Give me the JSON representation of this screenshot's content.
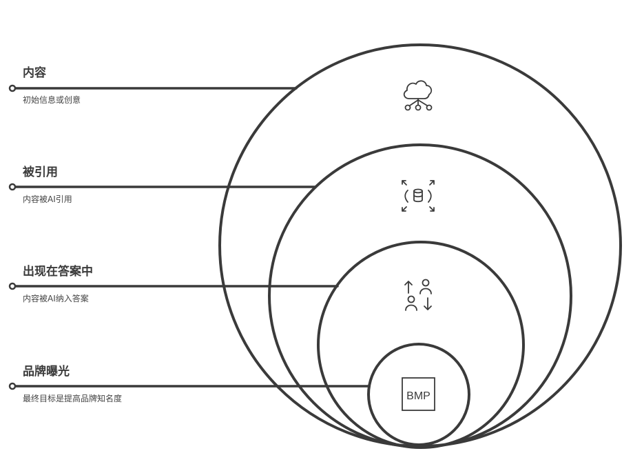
{
  "diagram": {
    "type": "nested-circles-funnel",
    "stroke_color": "#3a3a3a",
    "background": "#ffffff",
    "levels": [
      {
        "title": "内容",
        "description": "初始信息或创意",
        "icon": "cloud-network-icon"
      },
      {
        "title": "被引用",
        "description": "内容被AI引用",
        "icon": "database-expand-icon"
      },
      {
        "title": "出现在答案中",
        "description": "内容被AI纳入答案",
        "icon": "users-exchange-icon"
      },
      {
        "title": "品牌曝光",
        "description": "最终目标是提高品牌知名度",
        "icon": "bmp-file-icon",
        "icon_text": "BMP"
      }
    ]
  }
}
